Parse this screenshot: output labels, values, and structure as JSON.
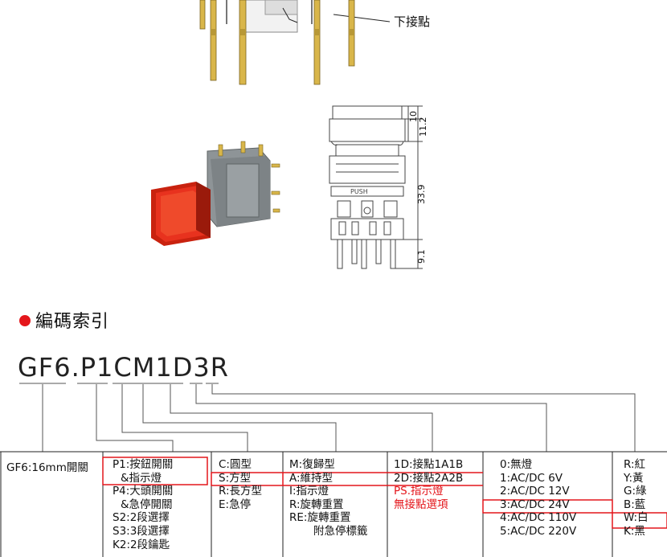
{
  "diagram": {
    "bottom_contact_label": "下接點",
    "dim_10": "10",
    "dim_11_2": "11.2",
    "dim_33_9": "33.9",
    "dim_9_1": "9.1",
    "push_label": "PUSH"
  },
  "section": {
    "title": "編碼索引"
  },
  "code": {
    "text": "GF6.P1CM1D3R"
  },
  "table": {
    "col1": [
      "GF6:16mm開關"
    ],
    "col2": [
      "P1:按鈕開關",
      "&指示燈",
      "P4:大頭開關",
      "&急停開關",
      "S2:2段選擇",
      "S3:3段選擇",
      "K2:2段鑰匙"
    ],
    "col3": [
      "C:圓型",
      "S:方型",
      "R:長方型",
      "E:急停"
    ],
    "col4": [
      "M:復歸型",
      "A:維持型",
      "I:指示燈",
      "R:旋轉重置",
      "RE:旋轉重置",
      "附急停標籤"
    ],
    "col5": [
      "1D:接點1A1B",
      "2D:接點2A2B",
      "PS.指示燈",
      "無接點選項"
    ],
    "col6": [
      "0:無燈",
      "1:AC/DC 6V",
      "2:AC/DC 12V",
      "3:AC/DC 24V",
      "4:AC/DC 110V",
      "5:AC/DC 220V"
    ],
    "col7": [
      "R:紅",
      "Y:黃",
      "G:綠",
      "B:藍",
      "W:白",
      "K:黑"
    ]
  },
  "colors": {
    "highlight": "#e4161b",
    "switch_red": "#e8321e",
    "housing_gray": "#8e9497",
    "pin_gold": "#d9b64a"
  }
}
